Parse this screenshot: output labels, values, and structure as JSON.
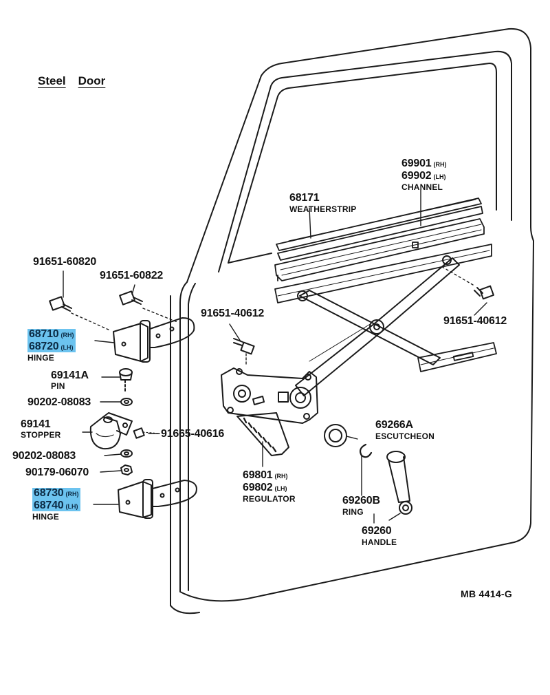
{
  "title": {
    "word1": "Steel",
    "word2": "Door"
  },
  "diagram_code": "MB  4414-G",
  "highlight_color": "#6cc3ef",
  "labels": {
    "bolt_91651_60820": "91651-60820",
    "bolt_91651_60822": "91651-60822",
    "bolt_91651_40612_a": "91651-40612",
    "bolt_91651_40612_b": "91651-40612",
    "hinge_upper": {
      "rh": "68710",
      "lh": "68720",
      "rh_tag": "(RH)",
      "lh_tag": "(LH)",
      "name": "HINGE"
    },
    "hinge_lower": {
      "rh": "68730",
      "lh": "68740",
      "rh_tag": "(RH)",
      "lh_tag": "(LH)",
      "name": "HINGE"
    },
    "pin": {
      "num": "69141A",
      "name": "PIN"
    },
    "washer_a": "90202-08083",
    "stopper": {
      "num": "69141",
      "name": "STOPPER"
    },
    "bolt_91665_40616": "91665-40616",
    "washer_b": "90202-08083",
    "nut_90179": "90179-06070",
    "weatherstrip": {
      "num": "68171",
      "name": "WEATHERSTRIP"
    },
    "channel": {
      "rh": "69901",
      "lh": "69902",
      "rh_tag": "(RH)",
      "lh_tag": "(LH)",
      "name": "CHANNEL"
    },
    "regulator": {
      "rh": "69801",
      "lh": "69802",
      "rh_tag": "(RH)",
      "lh_tag": "(LH)",
      "name": "REGULATOR"
    },
    "escutcheon": {
      "num": "69266A",
      "name": "ESCUTCHEON"
    },
    "ring": {
      "num": "69260B",
      "name": "RING"
    },
    "handle": {
      "num": "69260",
      "name": "HANDLE"
    }
  }
}
